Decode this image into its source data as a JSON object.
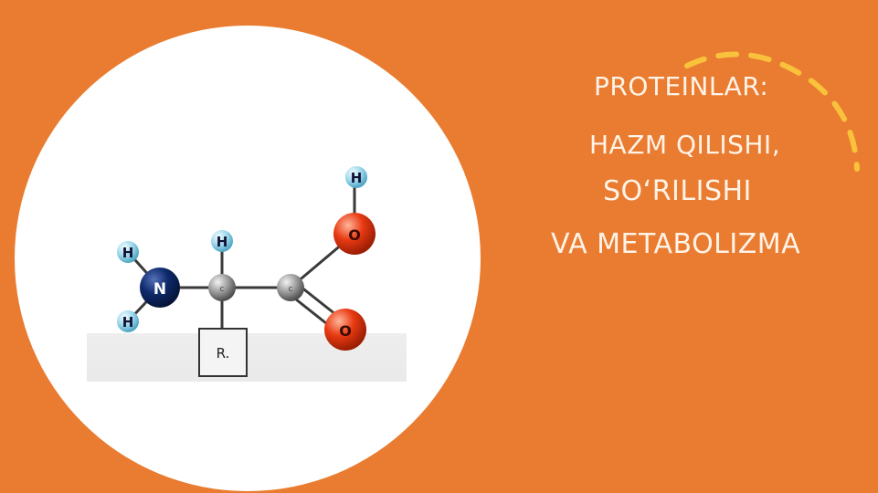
{
  "title": {
    "line1": "PROTEINLAR:",
    "line2": "HAZM QILISHI,",
    "line3": "SO‘RILISHI",
    "line4": "VA METABOLIZMA"
  },
  "molecule": {
    "atoms": {
      "n": "N",
      "h_amine_top": "H",
      "h_amine_bottom": "H",
      "c_alpha": "c",
      "h_alpha": "H",
      "c_carboxyl": "c",
      "o_hydroxyl": "O",
      "h_hydroxyl": "H",
      "o_carbonyl": "O"
    },
    "r_group": "R."
  },
  "colors": {
    "background": "#E97C30",
    "hydrogen": "#9ED8EC",
    "nitrogen": "#0E2A6B",
    "carbon": "#9A9A9A",
    "oxygen": "#E83A12",
    "text": "#FFF3E8"
  }
}
